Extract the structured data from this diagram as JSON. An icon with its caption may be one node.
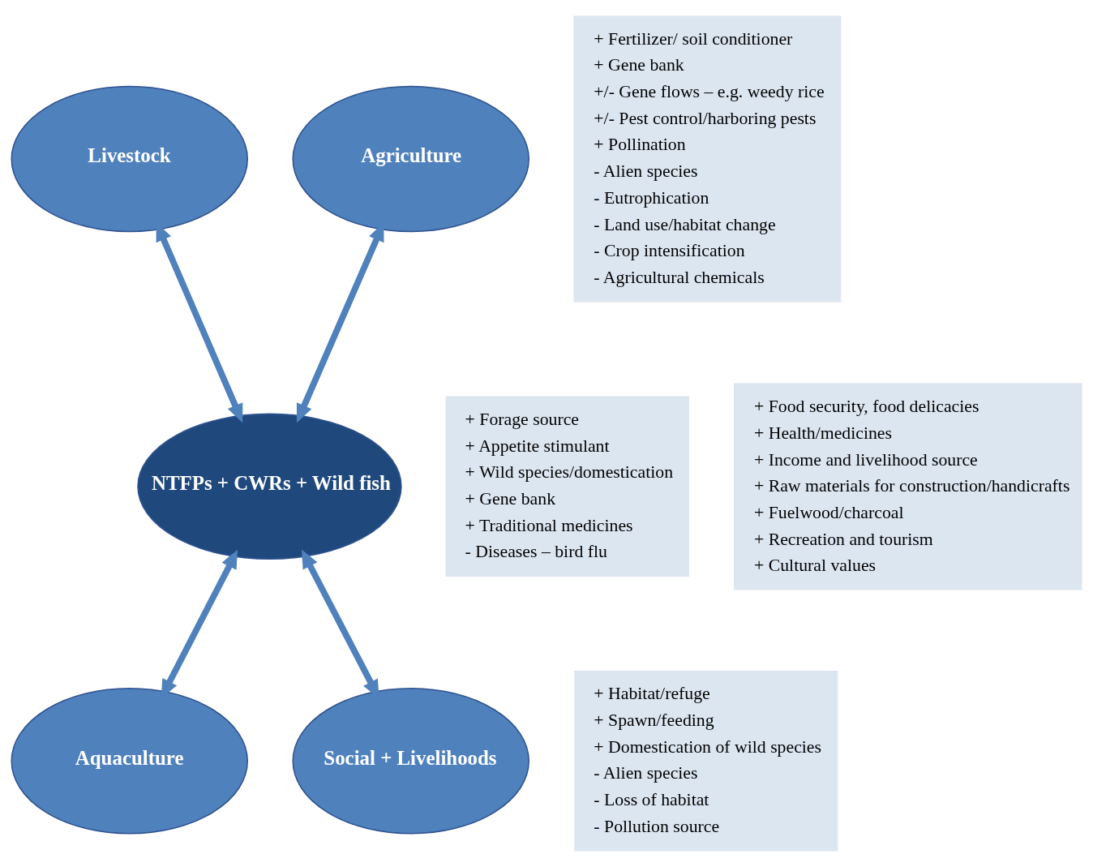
{
  "diagram": {
    "nodes": [
      {
        "text": [
          "+ Fertilizer/ soil conditioner",
          "+ Gene bank",
          "+/- Gene flows – e.g. weedy rice",
          "+/- Pest control/harboring pests",
          "+ Pollination",
          "- Alien species",
          "- Eutrophication",
          "- Land use/habitat change",
          "- Crop intensification",
          "- Agricultural chemicals"
        ]
      },
      {
        "text": [
          "Livestock"
        ]
      },
      {
        "text": [
          "Agriculture"
        ]
      },
      {
        "text": [
          "+ Forage source",
          "+ Appetite stimulant",
          "+ Wild species/domestication",
          "+ Gene bank",
          "+ Traditional medicines",
          "- Diseases – bird flu"
        ]
      },
      {
        "text": [
          "NTFPs + CWRs + Wild fish"
        ]
      },
      {
        "text": [
          "+ Food security, food delicacies",
          "+ Health/medicines",
          "+ Income and livelihood source",
          "+ Raw materials for construction/handicrafts",
          "+ Fuelwood/charcoal",
          "+ Recreation and tourism",
          "+ Cultural values"
        ]
      },
      {
        "text": [
          "Aquaculture"
        ]
      },
      {
        "text": [
          "+ Habitat/refuge",
          "+ Spawn/feeding",
          "+ Domestication of wild species",
          "- Alien species",
          "- Loss of habitat",
          "- Pollution source"
        ]
      },
      {
        "text": [
          "Social + Livelihoods"
        ]
      }
    ],
    "edges": [
      {
        "from": 1,
        "to": 4,
        "arrow": "both"
      },
      {
        "from": 2,
        "to": 4,
        "arrow": "both"
      },
      {
        "from": 4,
        "to": 6,
        "arrow": "both"
      },
      {
        "from": 4,
        "to": 8,
        "arrow": "both"
      }
    ]
  }
}
